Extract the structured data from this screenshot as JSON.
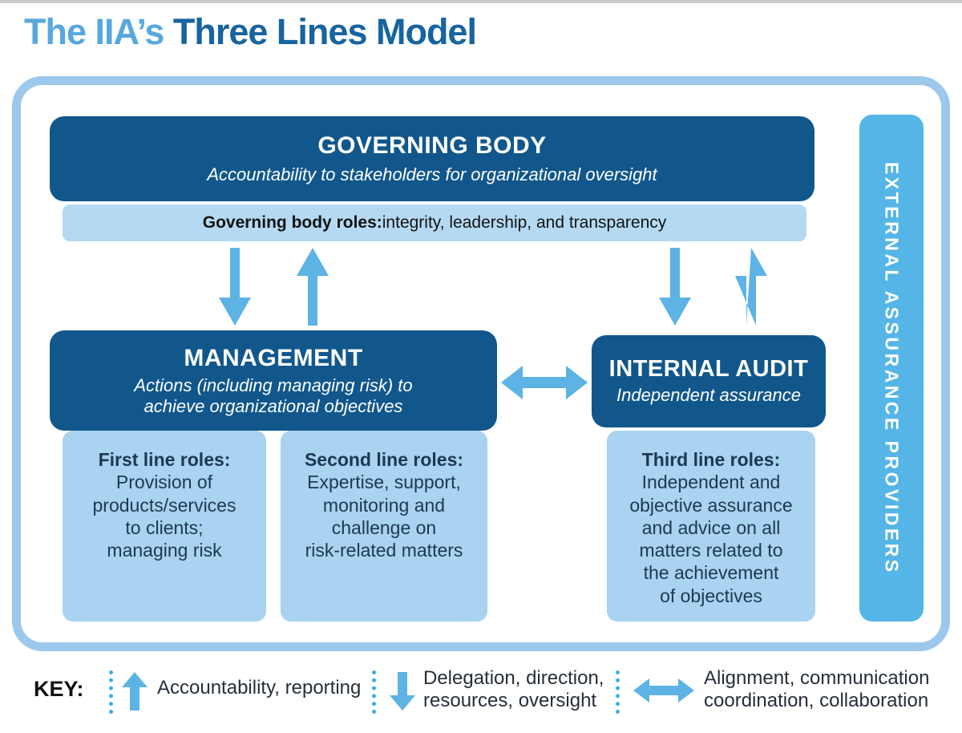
{
  "title": {
    "light_part": "The IIA’s",
    "dark_part": " Three Lines Model"
  },
  "governing_body": {
    "title": "GOVERNING BODY",
    "subtitle": "Accountability to stakeholders for organizational oversight"
  },
  "governing_roles": {
    "bold": "Governing body roles:",
    "rest": " integrity, leadership, and transparency"
  },
  "management": {
    "title": "MANAGEMENT",
    "subtitle": "Actions (including managing risk) to\nachieve organizational objectives"
  },
  "internal_audit": {
    "title": "INTERNAL AUDIT",
    "subtitle": "Independent assurance"
  },
  "columns": {
    "first": {
      "heading": "First line roles:",
      "body": "Provision of\nproducts/services\nto clients;\nmanaging risk"
    },
    "second": {
      "heading": "Second line roles:",
      "body": "Expertise, support,\nmonitoring and\nchallenge on\nrisk-related matters"
    },
    "third": {
      "heading": "Third line roles:",
      "body": "Independent and\nobjective assurance\nand advice on all\nmatters related to\nthe achievement\nof objectives"
    }
  },
  "external_bar": {
    "label": "EXTERNAL ASSURANCE PROVIDERS"
  },
  "key": {
    "label": "KEY:",
    "items": [
      {
        "icon": "up-arrow-icon",
        "text": "Accountability, reporting"
      },
      {
        "icon": "down-arrow-icon",
        "text": "Delegation, direction,\nresources, oversight"
      },
      {
        "icon": "double-arrow-icon",
        "text": "Alignment, communication\ncoordination, collaboration"
      }
    ]
  },
  "colors": {
    "dark_blue_box": "#11578c",
    "light_blue_panel": "#a9d3f0",
    "roles_bar_blue": "#b5d9f2",
    "sky_blue_arrow": "#5db3e4",
    "external_bar_blue": "#55b5e7",
    "container_border_blue": "#9cc8eb",
    "title_light_blue": "#57a8de",
    "title_dark_blue": "#17649f"
  }
}
